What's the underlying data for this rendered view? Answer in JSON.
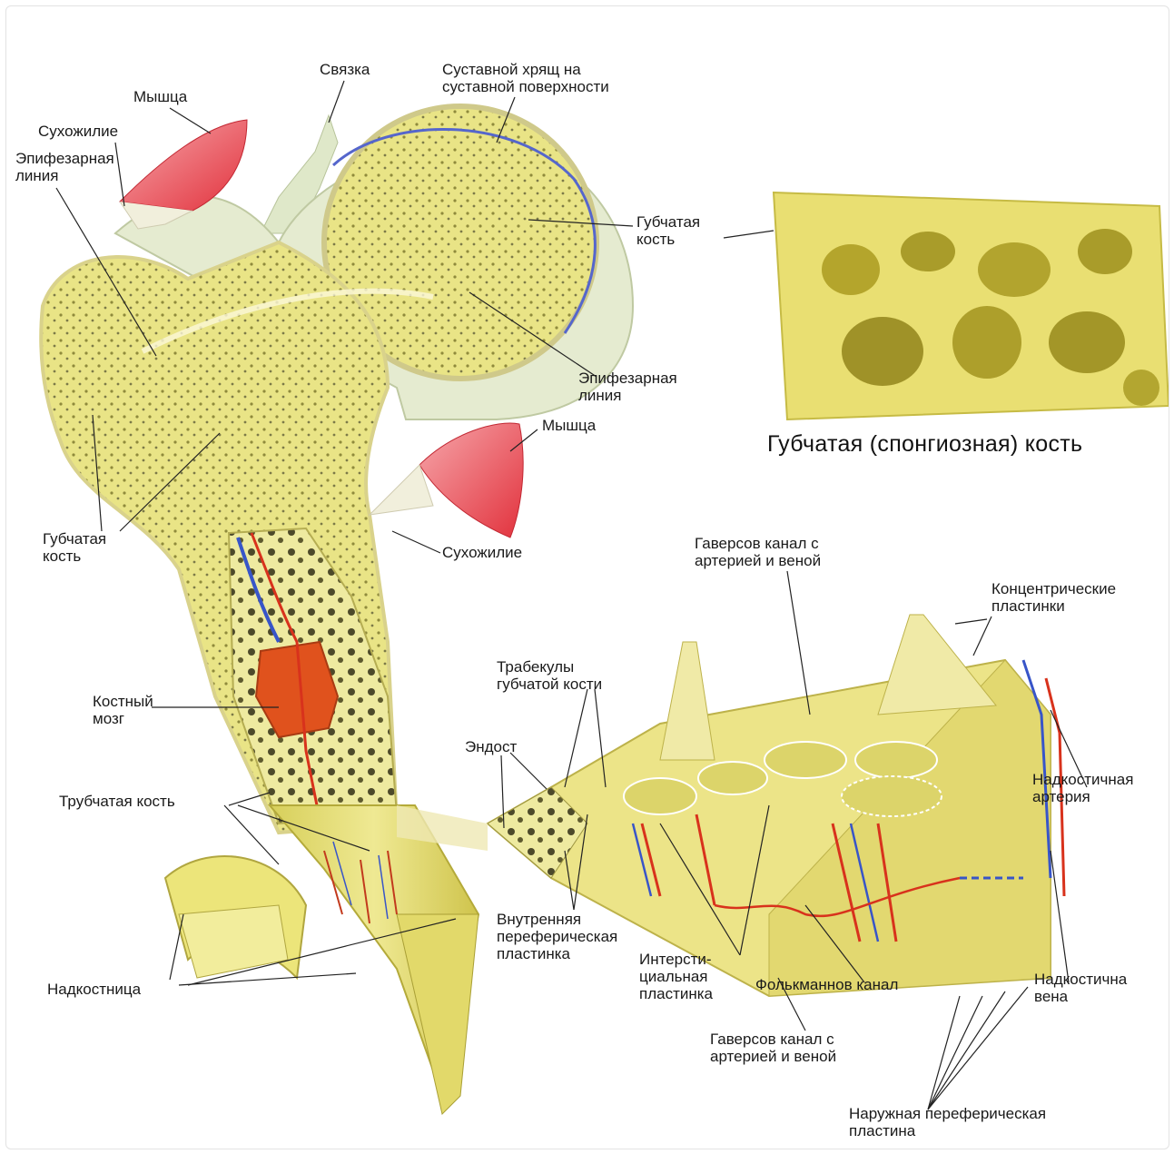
{
  "labels": {
    "ligament": "Связка",
    "cartilage": "Суставной хрящ на\nсуставной поверхности",
    "muscle_top": "Мышца",
    "tendon_top": "Сухожилие",
    "epiphyseal_left": "Эпифезарная\nлиния",
    "spongy_right": "Губчатая\nкость",
    "epiphyseal_right": "Эпифезарная\nлиния",
    "muscle_mid": "Мышца",
    "spongy_left": "Губчатая\nкость",
    "tendon_mid": "Сухожилие",
    "marrow": "Костный\nмозг",
    "tubular": "Трубчатая кость",
    "periosteum": "Надкостница",
    "haversian_top": "Гаверсов канал с\nартерией и веной",
    "concentric": "Концентрические\nпластинки",
    "trabeculae": "Трабекулы\nгубчатой кости",
    "endosteum": "Эндост",
    "artery": "Надкостичная\nартерия",
    "inner_lamina": "Внутренняя\nпереферическая\nпластинка",
    "interstitial": "Интерсти-\nциальная\nпластинка",
    "volkmann": "Фолькманнов канал",
    "vein": "Надкостична\nвена",
    "haversian_bottom": "Гаверсов канал с\nартерией и веной",
    "outer_lamina": "Наружная переферическая\nпластина"
  },
  "spongy_caption": "Губчатая (спонгиозная) кость",
  "colors": {
    "bone": "#e8e27a",
    "bone_dark": "#c9bf3e",
    "muscle": "#e8464f",
    "cartilage_line": "#5566cc",
    "marrow": "#e0521d",
    "artery": "#d8321c",
    "vein": "#3855c8"
  }
}
